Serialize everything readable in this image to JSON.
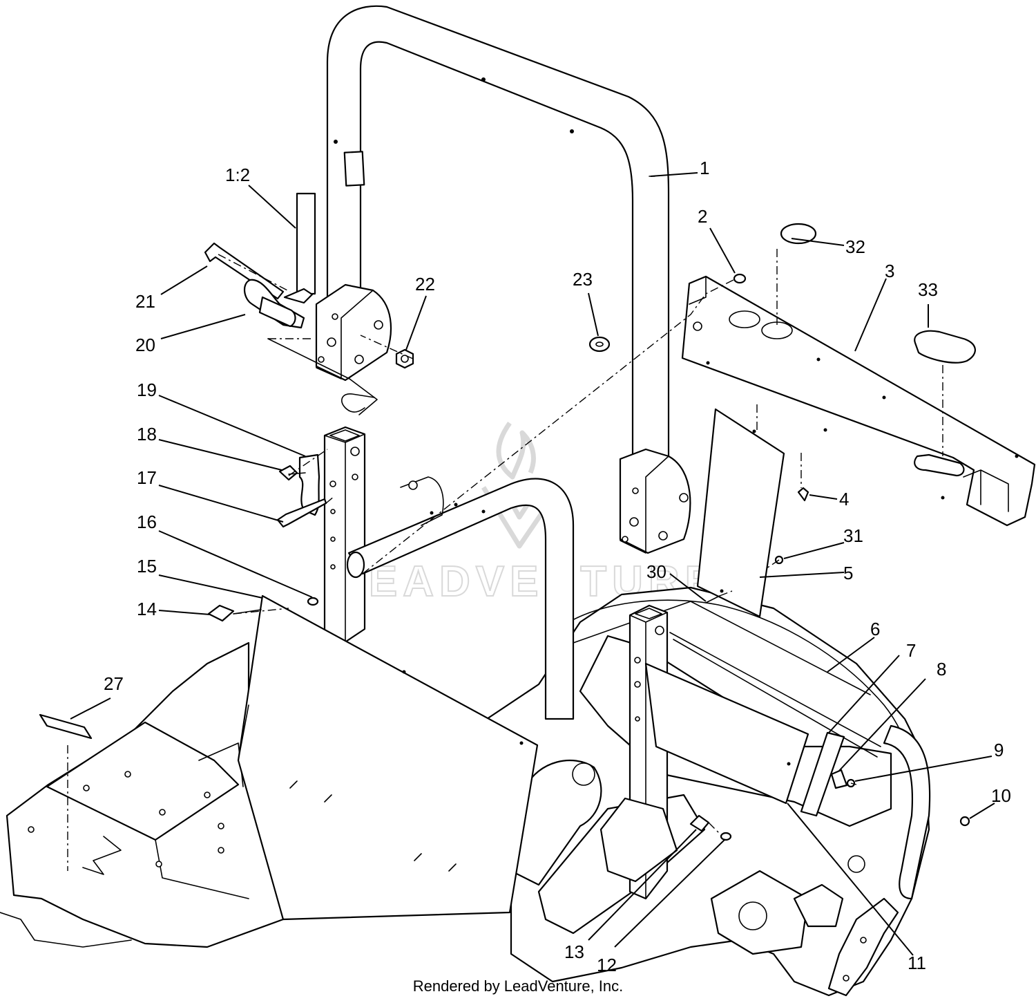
{
  "callouts": [
    "1:2",
    "1",
    "2",
    "32",
    "3",
    "33",
    "21",
    "20",
    "22",
    "23",
    "19",
    "18",
    "17",
    "16",
    "15",
    "14",
    "4",
    "31",
    "5",
    "30",
    "6",
    "7",
    "8",
    "9",
    "27",
    "10",
    "13",
    "12",
    "11"
  ],
  "watermark": "LEADVENTURE",
  "footer": "Rendered by LeadVenture, Inc."
}
